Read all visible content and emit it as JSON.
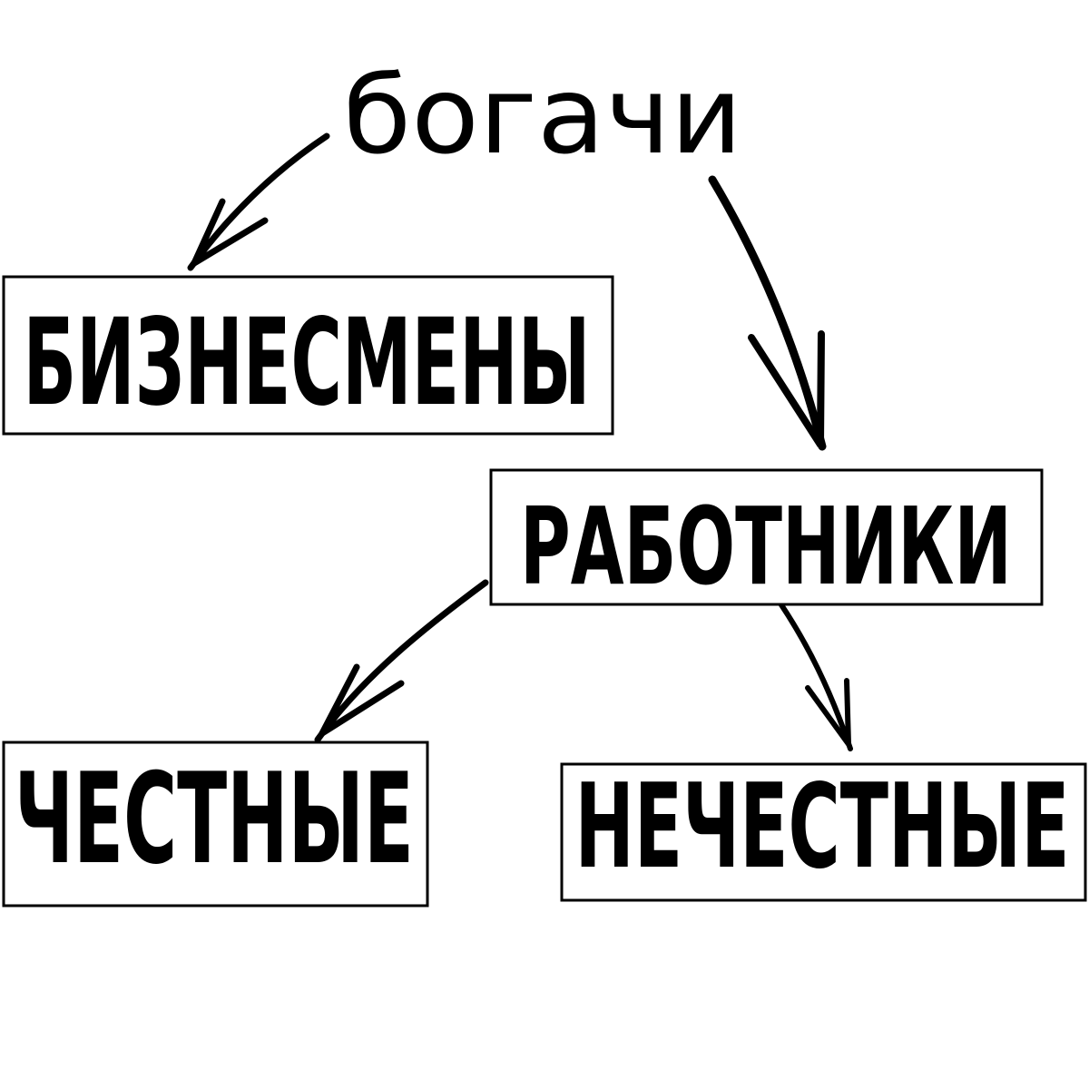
{
  "diagram": {
    "root": {
      "label": "богачи"
    },
    "nodes": {
      "businessmen": {
        "label": "БИЗНЕСМЕНЫ"
      },
      "workers": {
        "label": "РАБОТНИКИ"
      },
      "honest": {
        "label": "ЧЕСТНЫЕ"
      },
      "dishonest": {
        "label": "НЕЧЕСТНЫЕ"
      }
    },
    "edges": [
      {
        "from": "root",
        "to": "businessmen"
      },
      {
        "from": "root",
        "to": "workers"
      },
      {
        "from": "workers",
        "to": "honest"
      },
      {
        "from": "workers",
        "to": "dishonest"
      }
    ],
    "colors": {
      "ink": "#000000",
      "background": "#ffffff"
    }
  }
}
